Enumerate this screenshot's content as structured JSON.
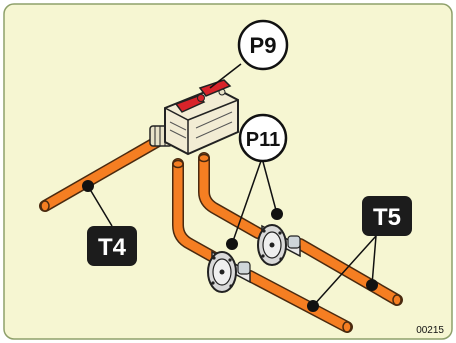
{
  "labels": {
    "p9": "P9",
    "p11": "P11",
    "t4": "T4",
    "t5": "T5"
  },
  "reference_code": "00215",
  "colors": {
    "panel_background": "#f6f6d2",
    "panel_border": "#8ea06a",
    "pipe": "#f57e22",
    "callout_box": "#1c1c1c"
  },
  "icons": {
    "valve": "valve-block-icon",
    "sensor": "flow-sensor-icon"
  }
}
